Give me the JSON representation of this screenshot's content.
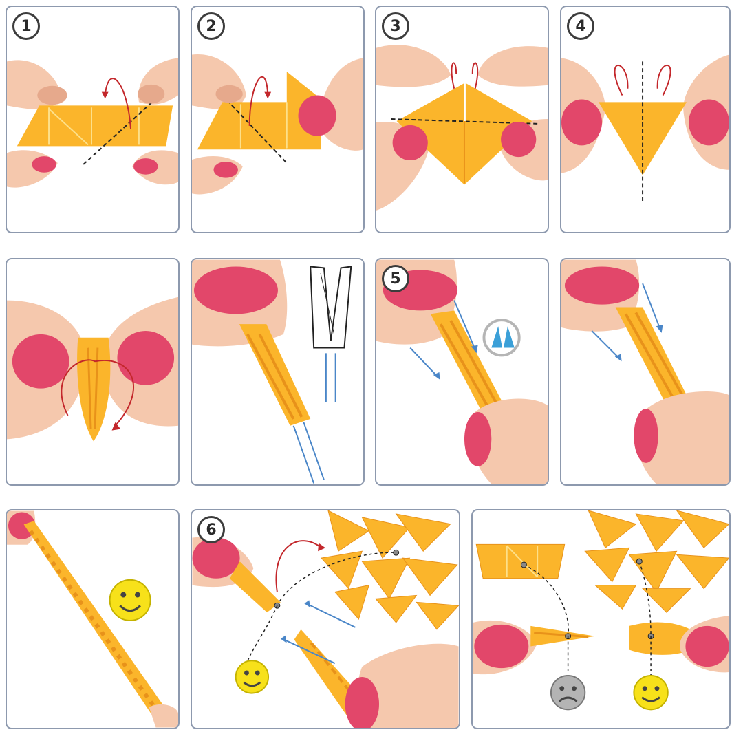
{
  "steps": [
    {
      "number": "1"
    },
    {
      "number": "2"
    },
    {
      "number": "3"
    },
    {
      "number": "4"
    },
    {
      "number": "5"
    },
    {
      "number": "6"
    }
  ],
  "colors": {
    "paper": "#fbb52b",
    "paper_dark": "#e8921a",
    "paper_shadow": "#d37a12",
    "skin": "#f5c8ad",
    "skin_shade": "#e6a98c",
    "nail": "#e2476a",
    "arrow_red": "#c3272b",
    "arrow_blue": "#4a86c8",
    "fold_line": "#222222",
    "smiley_yellow": "#f7e11a",
    "smiley_gray": "#b4b4b4",
    "border": "#8d99ae"
  },
  "icons": {
    "happy_face": "happy-smiley-icon",
    "sad_face": "sad-smiley-icon",
    "mini_module": "blue-module-icon",
    "fold_arrow": "curved-fold-arrow-icon",
    "push_arrow": "push-arrow-icon"
  }
}
